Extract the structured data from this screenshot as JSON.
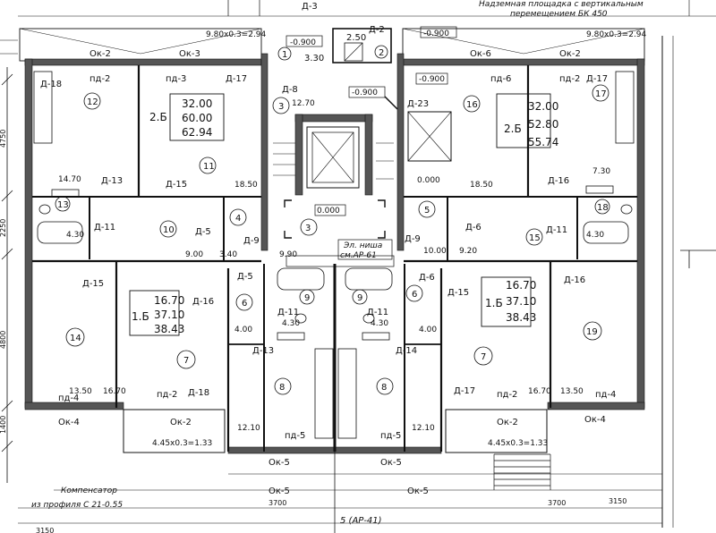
{
  "header": {
    "note_line1": "Надземная площадка с вертикальным",
    "note_line2": "перемещением БК 450",
    "top_left_label": "Д-3",
    "balcony_dims_left": "9.80x0.3=2.94",
    "balcony_dims_right": "9.80x0.3=2.94"
  },
  "top_marks": {
    "elev_left": "-0.900",
    "elev_right": "-0.900",
    "elev_center": "-0.900",
    "elev_center_right": "-0.900",
    "shaft_area": "2.50",
    "shaft_door": "Д-2",
    "circle1": "1",
    "circle2": "2",
    "area_1": "3.30"
  },
  "windows_top": {
    "left_a": "Ок-2",
    "left_b": "Ок-3",
    "right_a": "Ок-6",
    "right_b": "Ок-2"
  },
  "left_top": {
    "d18": "Д-18",
    "pd2": "пд-2",
    "pd3": "пд-3",
    "d17": "Д-17",
    "room12": "12",
    "room11": "11",
    "d13": "Д-13",
    "d15": "Д-15",
    "area_1470": "14.70",
    "area_1850": "18.50",
    "room13": "13",
    "d11": "Д-11",
    "area_430": "4.30",
    "room10": "10",
    "room4": "4",
    "d5": "Д-5",
    "area_900": "9.00",
    "area_340": "3.40",
    "d9": "Д-9",
    "area_990": "9.90",
    "apt_type": "2.Б",
    "apt_v1": "32.00",
    "apt_v2": "60.00",
    "apt_v3": "62.94"
  },
  "core": {
    "d8": "Д-8",
    "room3a": "3",
    "area_1270": "12.70",
    "room3": "3",
    "elev_zero": "0.000",
    "d23": "Д-23",
    "room5": "5",
    "elev_zero2": "0.000",
    "niche_line1": "Эл. ниша",
    "niche_line2": "см.АР-61"
  },
  "right_top": {
    "pd6": "пд-6",
    "pd2": "пд-2",
    "d17": "Д-17",
    "room16": "16",
    "room17": "17",
    "apt_type": "2.Б",
    "apt_v1": "32.00",
    "apt_v2": "52.80",
    "apt_v3": "55.74",
    "area_730": "7.30",
    "area_1850": "18.50",
    "d16": "Д-16",
    "room18": "18",
    "d6": "Д-6",
    "d9": "Д-9",
    "area_1000": "10.00",
    "area_920": "9.20",
    "room15": "15",
    "d11": "Д-11",
    "area_430": "4.30"
  },
  "left_bottom": {
    "d15": "Д-15",
    "room14": "14",
    "apt_type": "1.Б",
    "apt_v1": "16.70",
    "apt_v2": "37.10",
    "apt_v3": "38.43",
    "d16": "Д-16",
    "room6": "6",
    "room7": "7",
    "d5": "Д-5",
    "room9": "9",
    "d11": "Д-11",
    "area_430": "4.30",
    "area_400": "4.00",
    "d13": "Д-13",
    "room8": "8",
    "area_1350": "13.50",
    "area_1670": "16.70",
    "pd4": "пд-4",
    "pd2": "пд-2",
    "d18": "Д-18",
    "ok4": "Ок-4",
    "ok2": "Ок-2",
    "balc": "4.45x0.3=1.33",
    "area_1210": "12.10",
    "pd5": "пд-5",
    "ok5": "Ок-5"
  },
  "right_bottom": {
    "d6": "Д-6",
    "d15": "Д-15",
    "d16": "Д-16",
    "room6": "6",
    "room9": "9",
    "d11": "Д-11",
    "area_430": "4.30",
    "area_400": "4.00",
    "d14": "Д-14",
    "apt_type": "1.Б",
    "apt_v1": "16.70",
    "apt_v2": "37.10",
    "apt_v3": "38.43",
    "room7": "7",
    "room19": "19",
    "room8": "8",
    "d17": "Д-17",
    "pd2": "пд-2",
    "area_1670": "16.70",
    "area_1350": "13.50",
    "pd4": "пд-4",
    "ok2": "Ок-2",
    "ok4": "Ок-4",
    "balc": "4.45x0.3=1.33",
    "area_1210": "12.10",
    "pd5": "пд-5",
    "ok5": "Ок-5"
  },
  "bottom": {
    "ok5_left": "Ок-5",
    "ok5_right": "Ок-5",
    "comp1": "Компенсатор",
    "comp2": "из профиля С 21-0.55",
    "axis_label": "5 (АР-41)",
    "dim_3700a": "3700",
    "dim_3700b": "3700",
    "dim_3150": "3150",
    "dim_3150b": "3150"
  },
  "left_dims": {
    "d1": "4750",
    "d2": "2250",
    "d3": "4800",
    "d4": "1400"
  }
}
